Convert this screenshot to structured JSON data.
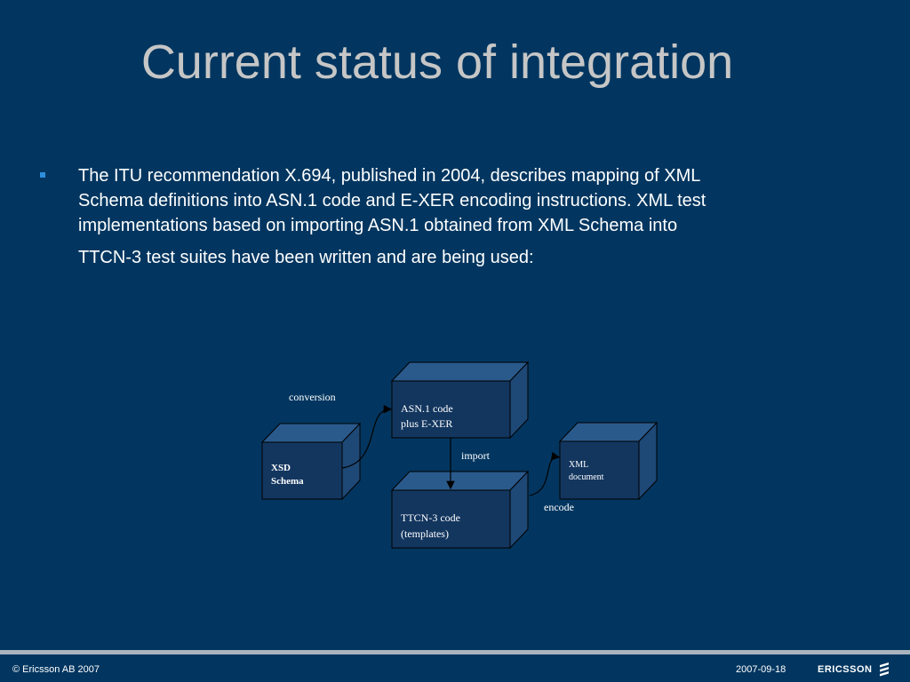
{
  "slide": {
    "title": "Current status of integration",
    "bullets": [
      {
        "lines": [
          "The ITU recommendation X.694, published in 2004, describes mapping of XML",
          "Schema definitions into ASN.1 code and E-XER encoding instructions. XML test",
          "implementations based on importing ASN.1 obtained from XML Schema into",
          "TTCN-3 test suites have been written and are being used:"
        ]
      }
    ]
  },
  "diagram": {
    "boxes": {
      "xsd": {
        "line1": "XSD",
        "line2": "Schema"
      },
      "asn1": {
        "line1": "ASN.1 code",
        "line2": "plus E-XER"
      },
      "ttcn3": {
        "line1": "TTCN-3 code",
        "line2": "(templates)"
      },
      "xml": {
        "line1": "XML",
        "line2": "document"
      }
    },
    "labels": {
      "conversion": "conversion",
      "import": "import",
      "encode": "encode"
    }
  },
  "footer": {
    "copyright": "© Ericsson AB 2007",
    "date": "2007-09-18",
    "logo_text": "ERICSSON"
  },
  "colors": {
    "background": "#023660",
    "title": "#c6c6c6",
    "bullet": "#2e8fdc",
    "box_front": "#13365f",
    "box_top": "#2a5a8c",
    "box_side": "#1e4876"
  }
}
